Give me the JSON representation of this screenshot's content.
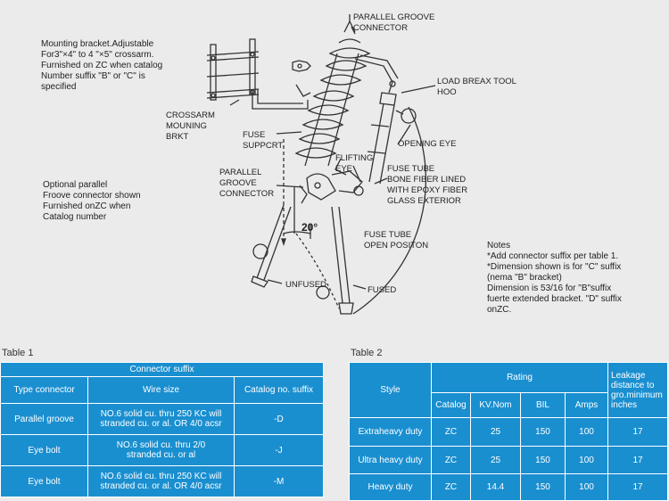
{
  "labels": {
    "mounting_bracket": "Mounting bracket.Adjustable\nFor3\"×4\" to 4 \"×5\" crossarm.\nFurnished on ZC when catalog\nNumber suffix \"B\" or \"C\" is\nspecified",
    "parallel_groove_top": "PARALLEL GROOVE\nCONNECTOR",
    "load_break": "LOAD BREAX TOOL\nHOO",
    "crossarm": "CROSSARM\nMOUNING\nBRKT",
    "fuse_support": "FUSE\nSUPPCRT",
    "opening_eye": "OPENING EYE",
    "lifting_eye": "FLIFTING\nEYE",
    "fuse_tube_lined": "FUSE TUBE\nBONE FIBER LINED\nWITH EPOXY FIBER\nGLASS EXTERIOR",
    "parallel_groove_mid": "PARALLEL\nGROOVE\nCONNECTOR",
    "optional_parallel": "Optional parallel\nFroove connector shown\nFurnished onZC when\nCatalog number",
    "angle": "20°",
    "fuse_tube_open": "FUSE TUBE\nOPEN POSITON",
    "unfused": "UNFUSED",
    "fused": "FUSED",
    "notes": "Notes\n*Add connector suffix per table 1.\n*Dimension shown is for \"C\" suffix\n(nema \"B\" bracket)\nDimension is 53/16 for \"B\"suffix\nfuerte extended bracket. \"D\" suffix\nonZC."
  },
  "table1": {
    "caption": "Table 1",
    "group_header": "Connector suffix",
    "headers": [
      "Type connector",
      "Wire size",
      "Catalog no. suffix"
    ],
    "rows": [
      [
        "Parallel groove",
        "NO.6 solid cu. thru 250 KC will\nstranded cu. or al. OR 4/0 acsr",
        "-D"
      ],
      [
        "Eye bolt",
        "NO.6 solid cu. thru 2/0\nstranded cu. or al",
        "-J"
      ],
      [
        "Eye bolt",
        "NO.6 solid cu. thru 250 KC will\nstranded cu. or al. OR 4/0 acsr",
        "-M"
      ]
    ]
  },
  "table2": {
    "caption": "Table 2",
    "style_header": "Style",
    "rating_header": "Rating",
    "leakage_header": "Leakage\ndistance to\ngro.minimum\ninches",
    "sub_headers": [
      "Catalog",
      "KV.Nom",
      "BIL",
      "Amps"
    ],
    "rows": [
      [
        "Extraheavy duty",
        "ZC",
        "25",
        "150",
        "100",
        "17"
      ],
      [
        "Ultra heavy duty",
        "ZC",
        "25",
        "150",
        "100",
        "17"
      ],
      [
        "Heavy duty",
        "ZC",
        "14.4",
        "150",
        "100",
        "17"
      ]
    ]
  },
  "colors": {
    "table_bg": "#1a8fd0",
    "page_bg": "#ebebeb",
    "line": "#333333"
  }
}
